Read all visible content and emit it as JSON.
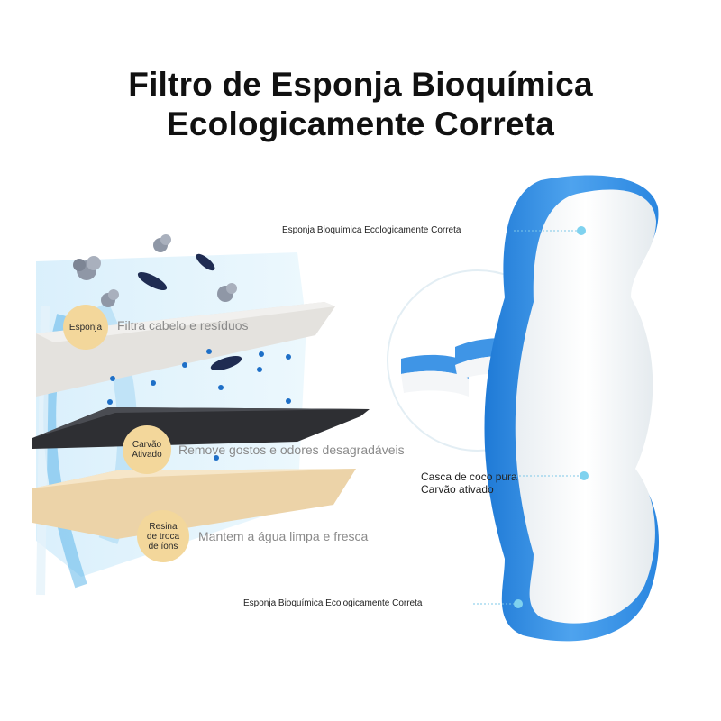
{
  "title": {
    "line1": "Filtro de Esponja Bioquímica",
    "line2": "Ecologicamente Correta"
  },
  "layers": [
    {
      "badge": "Esponja",
      "description": "Filtra cabelo e resíduos"
    },
    {
      "badge_line1": "Carvão",
      "badge_line2": "Ativado",
      "description": "Remove gostos e odores desagradáveis"
    },
    {
      "badge_line1": "Resina",
      "badge_line2": "de troca",
      "badge_line3": "de íons",
      "description": "Mantem a água limpa e fresca"
    }
  ],
  "callouts": {
    "top": "Esponja Bioquímica Ecologicamente Correta",
    "middle_line1": "Casca de coco pura",
    "middle_line2": "Carvão ativado",
    "bottom": "Esponja Bioquímica Ecologicamente Correta"
  },
  "colors": {
    "sponge_blue": "#3f95e6",
    "badge": "#f3d79b",
    "water": "#bfe3f7",
    "carbon": "#2e2f33",
    "resin": "#ecd3a8"
  }
}
